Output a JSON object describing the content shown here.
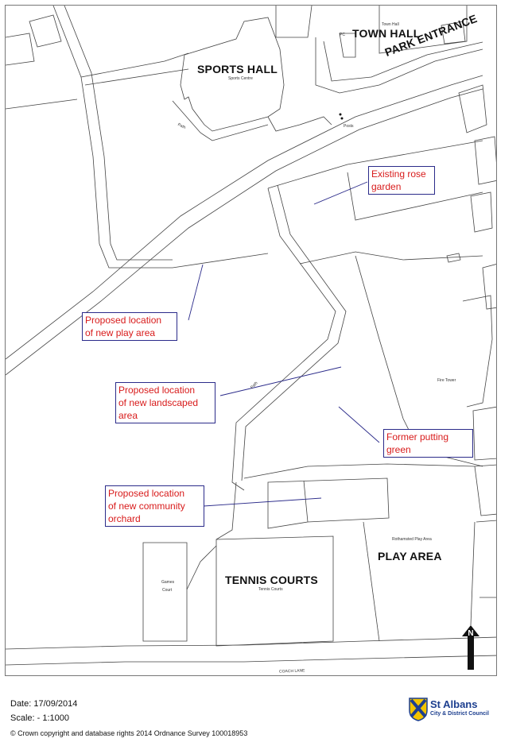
{
  "map": {
    "labels": {
      "town_hall": "TOWN HALL",
      "sports_hall": "SPORTS HALL",
      "park_entrance": "PARK ENTRANCE",
      "tennis_courts": "TENNIS COURTS",
      "play_area": "PLAY AREA"
    },
    "small_labels": {
      "town_hall": "Town Hall",
      "pc": "PC",
      "sports_centre": "Sports Centre",
      "path_1": "Path",
      "posts": "Posts",
      "path_2": "Path",
      "fire_tower": "Fire Tower",
      "rothamsted_play_area": "Rothamsted Play Area",
      "games": "Games",
      "court": "Court",
      "tennis_courts": "Tennis Courts",
      "coach_lane": "COACH LANE"
    },
    "callouts": {
      "rose_garden": [
        "Existing rose",
        "garden"
      ],
      "play_area": [
        "Proposed location",
        "of new play area"
      ],
      "landscaped": [
        "Proposed location",
        "of new landscaped",
        "area"
      ],
      "putting_green": [
        "Former putting",
        "green"
      ],
      "orchard": [
        "Proposed location",
        "of new community",
        "orchard"
      ]
    },
    "north_arrow_label": "N",
    "callout_color": "#d81b1b",
    "border_color": "#2b2b8a",
    "line_color": "#444444"
  },
  "footer": {
    "date": "Date: 17/09/2014",
    "scale": "Scale: - 1:1000",
    "copyright": "© Crown copyright and database rights 2014 Ordnance Survey 100018953"
  },
  "logo": {
    "name": "St Albans",
    "subtitle": "City & District Council",
    "blue": "#1d3f8f",
    "yellow": "#f2c400"
  }
}
